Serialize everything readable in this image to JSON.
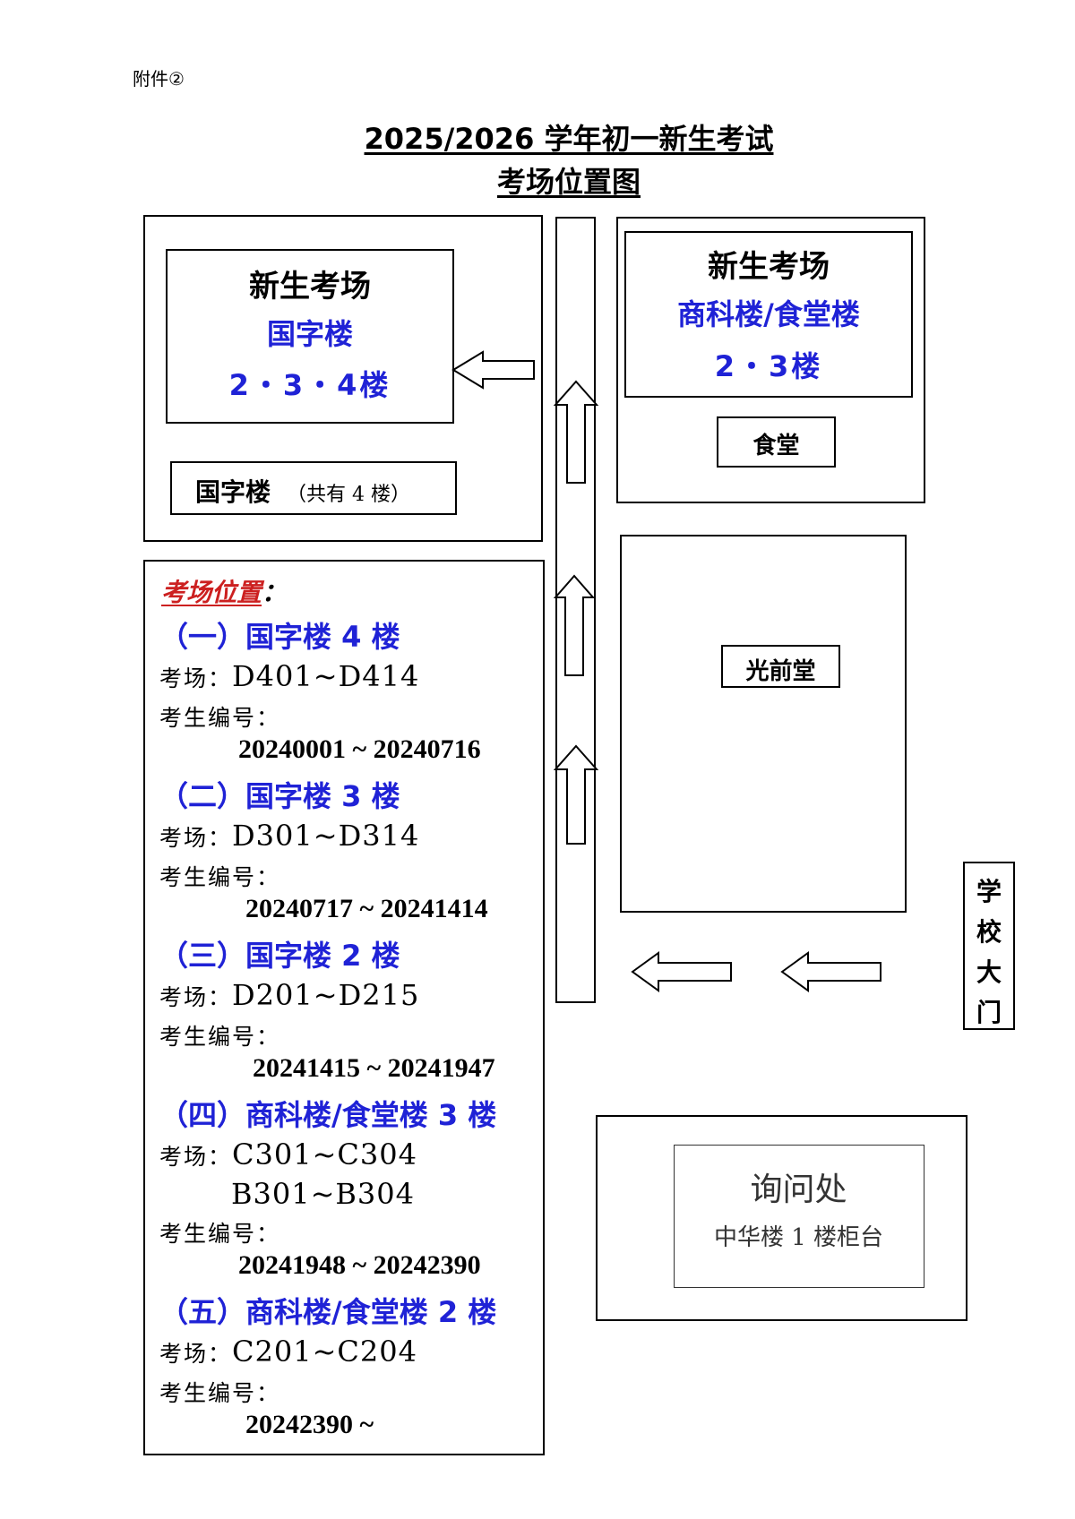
{
  "attachment_label": "附件②",
  "title_line1": "2025/2026 学年初一新生考试",
  "title_line2": "考场位置图",
  "building_left": {
    "heading": "新生考场",
    "name": "国字楼",
    "floors": "2・3・4楼",
    "info_name": "国字楼",
    "info_note": "（共有 4 楼）"
  },
  "building_right": {
    "heading": "新生考场",
    "name": "商科楼/食堂楼",
    "floors": "2・3楼",
    "canteen": "食堂"
  },
  "hall": "光前堂",
  "gate": [
    "学",
    "校",
    "大",
    "门"
  ],
  "enquiry": {
    "title": "询问处",
    "location": "中华楼 1 楼柜台"
  },
  "locations": {
    "header": "考场位置",
    "colon": "：",
    "room_label": "考场：",
    "id_label": "考生编号：",
    "sections": [
      {
        "heading": "（一）国字楼 4 楼",
        "rooms": [
          "D401~D414"
        ],
        "ids": "20240001 ~ 20240716"
      },
      {
        "heading": "（二）国字楼 3 楼",
        "rooms": [
          "D301~D314"
        ],
        "ids": "20240717 ~ 20241414"
      },
      {
        "heading": "（三）国字楼 2 楼",
        "rooms": [
          "D201~D215"
        ],
        "ids": "20241415 ~ 20241947"
      },
      {
        "heading": "（四）商科楼/食堂楼 3 楼",
        "rooms": [
          "C301~C304",
          "B301~B304"
        ],
        "ids": "20241948 ~ 20242390"
      },
      {
        "heading": "（五）商科楼/食堂楼 2 楼",
        "rooms": [
          "C201~C204"
        ],
        "ids": "20242390 ~"
      }
    ]
  }
}
